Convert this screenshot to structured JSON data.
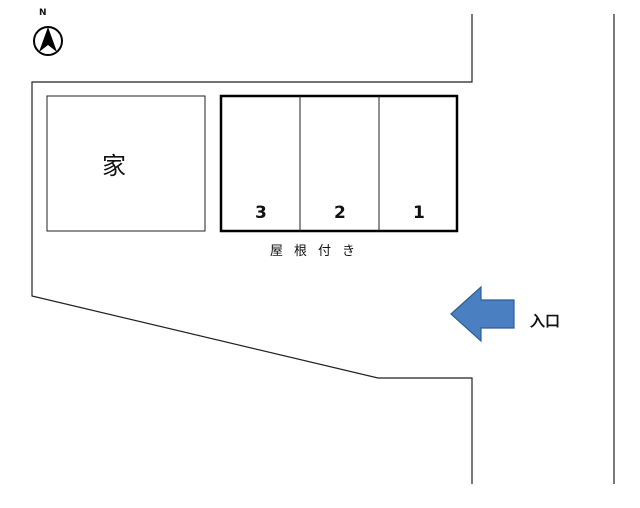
{
  "compass": {
    "label": "N",
    "icon": "north-arrow-icon"
  },
  "house": {
    "label": "家"
  },
  "parking": {
    "spaces": [
      {
        "number": "3"
      },
      {
        "number": "2"
      },
      {
        "number": "1"
      }
    ],
    "roof_label": "屋根付き"
  },
  "entrance": {
    "label": "入口",
    "arrow_color": "#4a7fc1",
    "arrow_icon": "left-arrow-icon"
  },
  "colors": {
    "line": "#222222",
    "background": "#ffffff"
  }
}
